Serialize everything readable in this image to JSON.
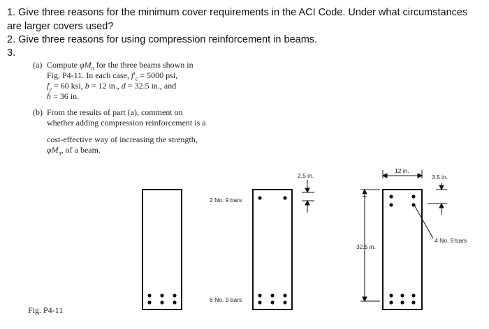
{
  "questions": {
    "q1_line1": "1. Give three reasons for the minimum cover requirements in the ACI Code. Under what circumstances",
    "q1_line2": "are larger covers used?",
    "q2": "2. Give three reasons for using compression reinforcement in beams.",
    "q3": "3."
  },
  "problem": {
    "a_label": "(a)",
    "a_text1": "Compute",
    "a_text1b": "for the three beams shown in",
    "a_line2": "Fig. P4-11. In each case,",
    "a_line2b": "= 5000 psi,",
    "a_line3a": "= 60 ksi,",
    "a_line3b": "= 12 in.,",
    "a_line3c": "= 32.5 in., and",
    "a_line4": "= 36 in.",
    "b_label": "(b)",
    "b_line1": "From the results of part (a), comment on",
    "b_line2": "whether adding compression reinforcement is a",
    "b_line3": "cost-effective way of increasing the strength,",
    "b_line4": ", of a beam."
  },
  "figure": {
    "caption": "Fig. P4-11",
    "beam2_top_label": "2 No. 9 bars",
    "beam2_bottom_label": "6 No. 9 bars",
    "beam2_cover_dim": "2.5 in.",
    "beam3_width_dim": "12 in.",
    "beam3_cover_dim": "3.5 in.",
    "beam3_depth_dim": "32.5 in.",
    "beam3_bar_label": "4 No. 9 bars"
  }
}
